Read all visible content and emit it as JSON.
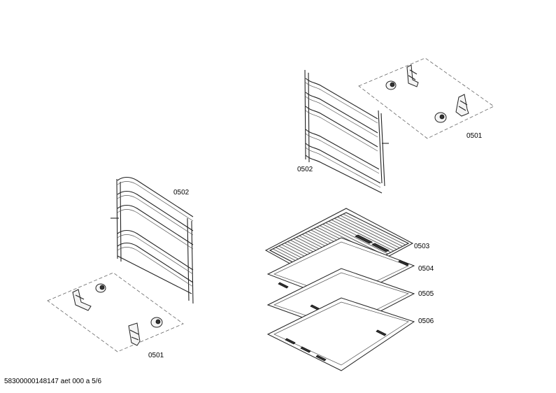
{
  "labels": {
    "p0501_top": "0501",
    "p0502_top": "0502",
    "p0502_left": "0502",
    "p0501_bottom": "0501",
    "p0503": "0503",
    "p0504": "0504",
    "p0505": "0505",
    "p0506": "0506"
  },
  "footer": "58300000148147 aet 000 a 5/6"
}
